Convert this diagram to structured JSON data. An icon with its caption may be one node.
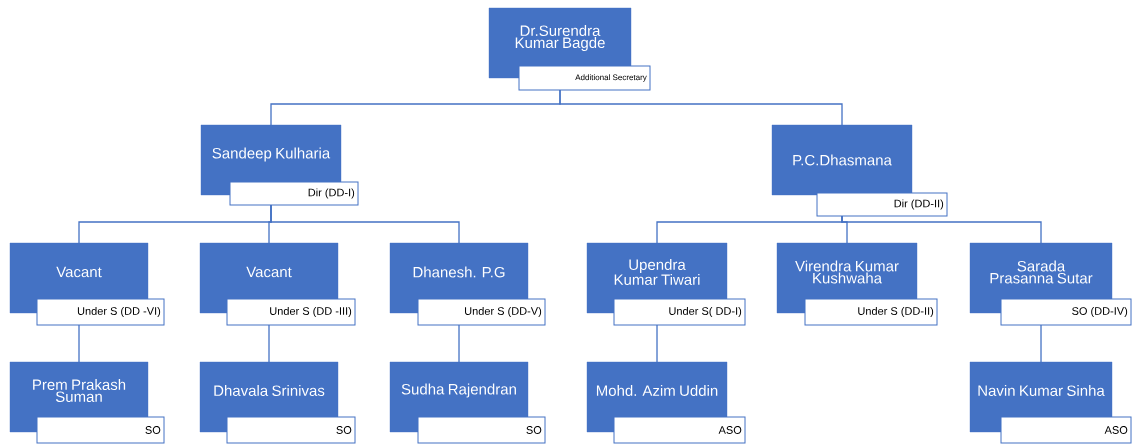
{
  "diagram": {
    "nodes": [
      {
        "text": [
          "Dr.Surendra Kumar Bagde",
          "Additional Secretary"
        ]
      },
      {
        "text": [
          "Sandeep Kulharia",
          "Dir (DD-I)"
        ]
      },
      {
        "text": [
          "P.C.Dhasmana",
          "Dir (DD-II)"
        ]
      },
      {
        "text": [
          "Vacant",
          "Under S (DD -VI)"
        ]
      },
      {
        "text": [
          "Vacant",
          "Under S (DD -III)"
        ]
      },
      {
        "text": [
          "Dhanesh. P.G",
          "Under S (DD-V)"
        ]
      },
      {
        "text": [
          "Upendra Kumar Tiwari",
          "Under S( DD-I)"
        ]
      },
      {
        "text": [
          "Virendra  Kumar Kushwaha",
          "Under S (DD-II)"
        ]
      },
      {
        "text": [
          "Sarada Prasanna Sutar",
          "SO (DD-IV)"
        ]
      },
      {
        "text": [
          "Prem Prakash Suman",
          "SO"
        ]
      },
      {
        "text": [
          "Dhavala Srinivas",
          "SO"
        ]
      },
      {
        "text": [
          "Sudha Rajendran",
          "SO"
        ]
      },
      {
        "text": [
          "Mohd. Azim Uddin",
          "ASO"
        ]
      },
      {
        "text": [
          "Navin Kumar Sinha",
          "ASO"
        ]
      }
    ],
    "edges": [
      {
        "from": 0,
        "to": 1,
        "arrow": "none"
      },
      {
        "from": 0,
        "to": 2,
        "arrow": "none"
      },
      {
        "from": 1,
        "to": 3,
        "arrow": "none"
      },
      {
        "from": 1,
        "to": 4,
        "arrow": "none"
      },
      {
        "from": 1,
        "to": 5,
        "arrow": "none"
      },
      {
        "from": 2,
        "to": 6,
        "arrow": "none"
      },
      {
        "from": 2,
        "to": 7,
        "arrow": "none"
      },
      {
        "from": 2,
        "to": 8,
        "arrow": "none"
      },
      {
        "from": 3,
        "to": 9,
        "arrow": "none"
      },
      {
        "from": 4,
        "to": 10,
        "arrow": "none"
      },
      {
        "from": 5,
        "to": 11,
        "arrow": "none"
      },
      {
        "from": 6,
        "to": 12,
        "arrow": "none"
      },
      {
        "from": 8,
        "to": 13,
        "arrow": "none"
      }
    ]
  }
}
